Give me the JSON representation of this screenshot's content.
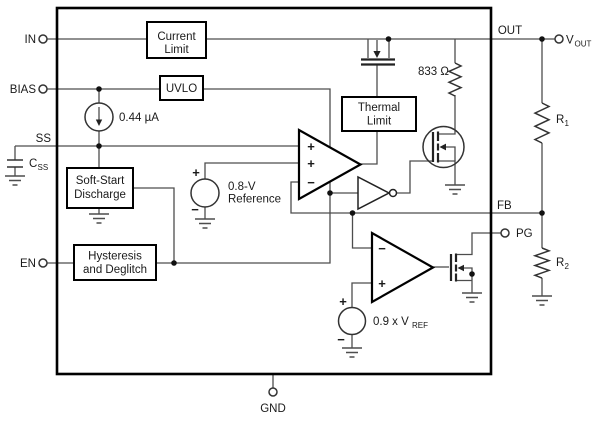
{
  "pins": {
    "in": "IN",
    "bias": "BIAS",
    "ss": "SS",
    "en": "EN",
    "out": "OUT",
    "fb": "FB",
    "pg": "PG",
    "gnd": "GND"
  },
  "blocks": {
    "current_limit": {
      "line1": "Current",
      "line2": "Limit"
    },
    "uvlo": {
      "label": "UVLO"
    },
    "thermal_limit": {
      "line1": "Thermal",
      "line2": "Limit"
    },
    "soft_start_discharge": {
      "line1": "Soft-Start",
      "line2": "Discharge"
    },
    "hysteresis_deglitch": {
      "line1": "Hysteresis",
      "line2": "and Deglitch"
    }
  },
  "components": {
    "current_source_value": "0.44 µA",
    "reference": {
      "line1": "0.8-V",
      "line2": "Reference"
    },
    "pg_threshold": {
      "main": "0.9 x V",
      "sub": "REF"
    },
    "internal_resistor_value": "833 Ω",
    "vout": {
      "main": "V",
      "sub": "OUT"
    },
    "css": {
      "main": "C",
      "sub": "SS"
    },
    "r1": {
      "main": "R",
      "sub": "1"
    },
    "r2": {
      "main": "R",
      "sub": "2"
    }
  },
  "signs": {
    "plus": "+",
    "minus": "−"
  },
  "colors": {
    "wire": "#4d4d4d",
    "outline": "#000000",
    "text": "#1a1a1a",
    "background": "#ffffff"
  }
}
